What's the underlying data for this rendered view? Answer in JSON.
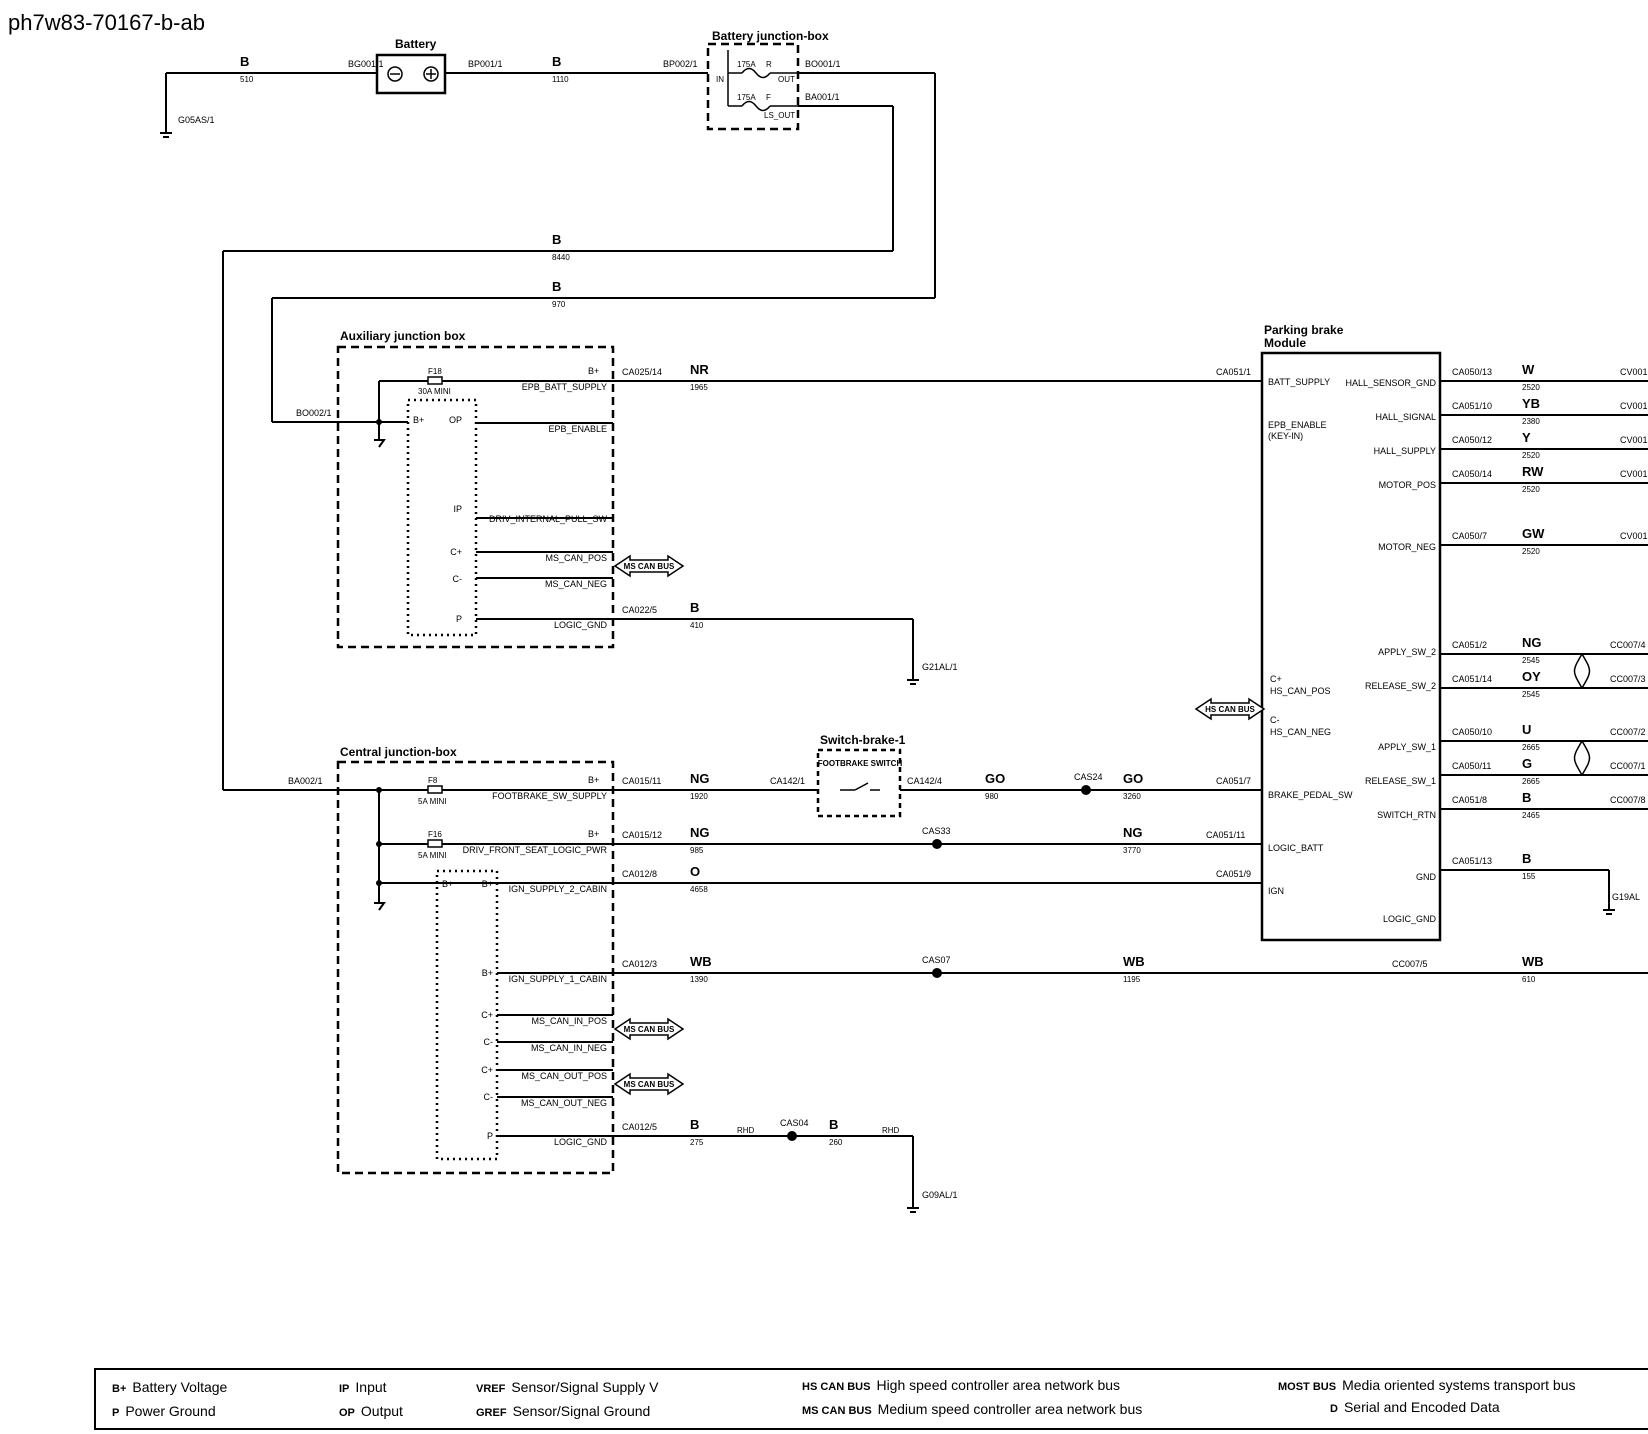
{
  "doc_id": "ph7w83-70167-b-ab",
  "components": {
    "battery": "Battery",
    "battery_jb": "Battery junction-box",
    "aux_jb": "Auxiliary junction box",
    "central_jb": "Central junction-box",
    "switch_brake": "Switch-brake-1",
    "footbrake_switch": "FOOTBRAKE SWITCH",
    "pbm_l1": "Parking brake",
    "pbm_l2": "Module",
    "ms_can_bus": "MS CAN BUS",
    "hs_can_bus": "HS CAN BUS"
  },
  "wire_labels": [
    {
      "c": "B",
      "n": "510"
    },
    {
      "c": "B",
      "n": "1110"
    },
    {
      "c": "B",
      "n": "8440"
    },
    {
      "c": "B",
      "n": "970"
    },
    {
      "c": "NR",
      "n": "1965"
    },
    {
      "c": "B",
      "n": "410"
    },
    {
      "c": "NG",
      "n": "1920"
    },
    {
      "c": "GO",
      "n": "980"
    },
    {
      "c": "GO",
      "n": "3260"
    },
    {
      "c": "NG",
      "n": "985"
    },
    {
      "c": "NG",
      "n": "3770"
    },
    {
      "c": "O",
      "n": "4658"
    },
    {
      "c": "WB",
      "n": "1390"
    },
    {
      "c": "WB",
      "n": "1195"
    },
    {
      "c": "WB",
      "n": "610"
    },
    {
      "c": "B",
      "n": "275"
    },
    {
      "c": "B",
      "n": "260"
    },
    {
      "c": "W",
      "n": "2520"
    },
    {
      "c": "YB",
      "n": "2380"
    },
    {
      "c": "Y",
      "n": "2520"
    },
    {
      "c": "RW",
      "n": "2520"
    },
    {
      "c": "GW",
      "n": "2520"
    },
    {
      "c": "NG",
      "n": "2545"
    },
    {
      "c": "OY",
      "n": "2545"
    },
    {
      "c": "U",
      "n": "2665"
    },
    {
      "c": "G",
      "n": "2665"
    },
    {
      "c": "B",
      "n": "2465"
    },
    {
      "c": "B",
      "n": "155"
    }
  ],
  "connectors": [
    "BG001/1",
    "BP001/1",
    "BP002/1",
    "BO001/1",
    "BA001/1",
    "G05AS/1",
    "BO002/1",
    "CA025/14",
    "CA022/5",
    "G21AL/1",
    "BA002/1",
    "CA015/11",
    "CA142/1",
    "CA142/4",
    "CAS24",
    "CA051/7",
    "CA015/12",
    "CAS33",
    "CA051/11",
    "CA012/8",
    "CA051/9",
    "CA012/3",
    "CAS07",
    "CC007/5",
    "CA012/5",
    "CAS04",
    "G09AL/1",
    "CA051/1",
    "CA050/13",
    "CA051/10",
    "CA050/12",
    "CA050/14",
    "CA050/7",
    "CA051/2",
    "CA051/14",
    "CA050/10",
    "CA050/11",
    "CA051/8",
    "CA051/13",
    "G19AL",
    "CV001",
    "CV001",
    "CV001",
    "CV001",
    "CV001",
    "CC007/4",
    "CC007/3",
    "CC007/2",
    "CC007/1",
    "CC007/8"
  ],
  "fuses": [
    "175A",
    "R",
    "IN",
    "OUT",
    "175A",
    "F",
    "LS_OUT",
    "F18",
    "30A MINI",
    "F8",
    "5A MINI",
    "F16",
    "5A MINI",
    "RHD",
    "RHD"
  ],
  "aux_pins": [
    "B+",
    "EPB_BATT_SUPPLY",
    "B+",
    "OP",
    "EPB_ENABLE",
    "IP",
    "DRIV_INTERNAL_PULL_SW",
    "C+",
    "MS_CAN_POS",
    "C-",
    "MS_CAN_NEG",
    "P",
    "LOGIC_GND"
  ],
  "central_pins": [
    "B+",
    "FOOTBRAKE_SW_SUPPLY",
    "B+",
    "DRIV_FRONT_SEAT_LOGIC_PWR",
    "B+",
    "B+",
    "IGN_SUPPLY_2_CABIN",
    "B+",
    "IGN_SUPPLY_1_CABIN",
    "C+",
    "MS_CAN_IN_POS",
    "C-",
    "MS_CAN_IN_NEG",
    "C+",
    "MS_CAN_OUT_POS",
    "C-",
    "MS_CAN_OUT_NEG",
    "P",
    "LOGIC_GND"
  ],
  "pbm_left_pins": [
    "BATT_SUPPLY",
    "EPB_ENABLE",
    "(KEY-IN)",
    "C+",
    "HS_CAN_POS",
    "C-",
    "HS_CAN_NEG",
    "BRAKE_PEDAL_SW",
    "LOGIC_BATT",
    "IGN"
  ],
  "pbm_right_pins": [
    "HALL_SENSOR_GND",
    "HALL_SIGNAL",
    "HALL_SUPPLY",
    "MOTOR_POS",
    "MOTOR_NEG",
    "APPLY_SW_2",
    "RELEASE_SW_2",
    "APPLY_SW_1",
    "RELEASE_SW_1",
    "SWITCH_RTN",
    "GND",
    "LOGIC_GND"
  ],
  "legend": [
    {
      "sym": "B+",
      "text": "Battery Voltage"
    },
    {
      "sym": "P",
      "text": "Power Ground"
    },
    {
      "sym": "IP",
      "text": "Input"
    },
    {
      "sym": "OP",
      "text": "Output"
    },
    {
      "sym": "VREF",
      "text": "Sensor/Signal Supply V"
    },
    {
      "sym": "GREF",
      "text": "Sensor/Signal Ground"
    },
    {
      "sym": "HS CAN BUS",
      "text": "High speed controller area network bus"
    },
    {
      "sym": "MS CAN BUS",
      "text": "Medium speed controller area network bus"
    },
    {
      "sym": "MOST BUS",
      "text": "Media oriented systems transport bus"
    },
    {
      "sym": "D",
      "text": "Serial and Encoded Data"
    }
  ]
}
